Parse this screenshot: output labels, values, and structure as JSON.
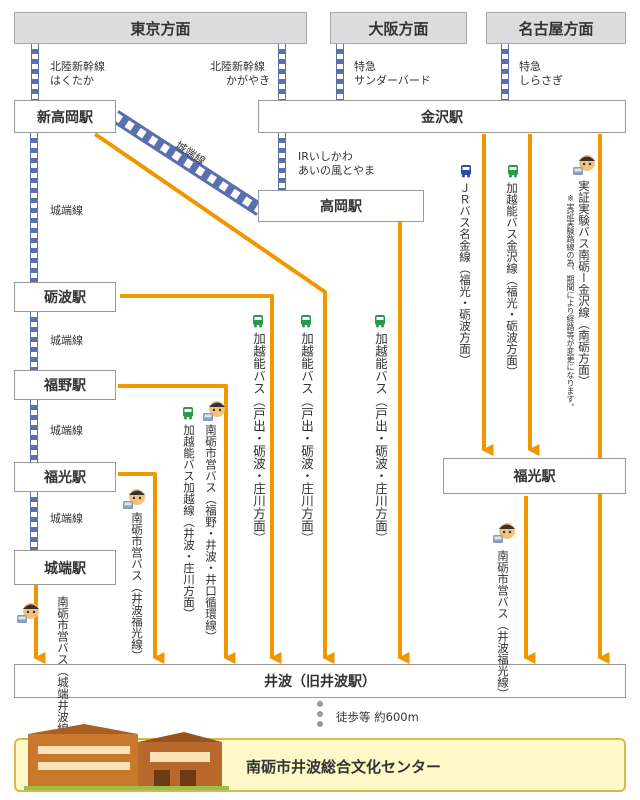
{
  "headers": {
    "tokyo": "東京方面",
    "osaka": "大阪方面",
    "nagoya": "名古屋方面"
  },
  "stations": {
    "shin_takaoka": "新高岡駅",
    "kanazawa": "金沢駅",
    "takaoka": "高岡駅",
    "tonami": "砺波駅",
    "fukuno": "福野駅",
    "fukumitsu_left": "福光駅",
    "johana": "城端駅",
    "fukumitsu_right": "福光駅",
    "inami": "井波（旧井波駅）"
  },
  "train_labels": {
    "hakutaka_1": "北陸新幹線",
    "hakutaka_2": "はくたか",
    "kagayaki_1": "北陸新幹線",
    "kagayaki_2": "かがやき",
    "thunderbird_1": "特急",
    "thunderbird_2": "サンダーバード",
    "shirasagi_1": "特急",
    "shirasagi_2": "しらさぎ",
    "ir_1": "IRいしかわ",
    "ir_2": "あいの風とやま",
    "johana_diag": "城端線",
    "johana_1": "城端線",
    "johana_2": "城端線",
    "johana_3": "城端線",
    "johana_4": "城端線"
  },
  "bus_routes": {
    "kaetsuno_1": "加越能バス（戸出・砺波・庄川方面）",
    "kaetsuno_2": "加越能バス（戸出・砺波・庄川方面）",
    "kaetsuno_3": "加越能バス（戸出・砺波・庄川方面）",
    "nanto_fukuno": "南砺市営バス（福野・井波・井口循環線）",
    "kaetsuno_kaetsu": "加越能バス加越線（井波・庄川方面）",
    "nanto_fukumitsu": "南砺市営バス（井波福光線）",
    "nanto_johana": "南砺市営バス（城端井波線）",
    "jr_bus": "ＪＲバス名金線（福光・砺波方面）",
    "kaetsuno_kanazawa": "加越能バス金沢線（福光・砺波方面）",
    "jissho_bus": "実証実験バス南砺ー金沢線（南砺方面）",
    "jissho_note": "※実証実験路線の為、期間により経路等が変更になります。",
    "nanto_right": "南砺市営バス（井波福光線）"
  },
  "walk": {
    "text": "徒歩等 約600m"
  },
  "destination": {
    "name": "南砺市井波総合文化センター"
  },
  "colors": {
    "orange": "#f29600",
    "rail_blue": "#5a6fae",
    "header_gray": "#dcdcdc",
    "bus_green": "#2a9a4a",
    "bus_blue": "#2d4ea0",
    "center_fill": "#fff8c8"
  }
}
